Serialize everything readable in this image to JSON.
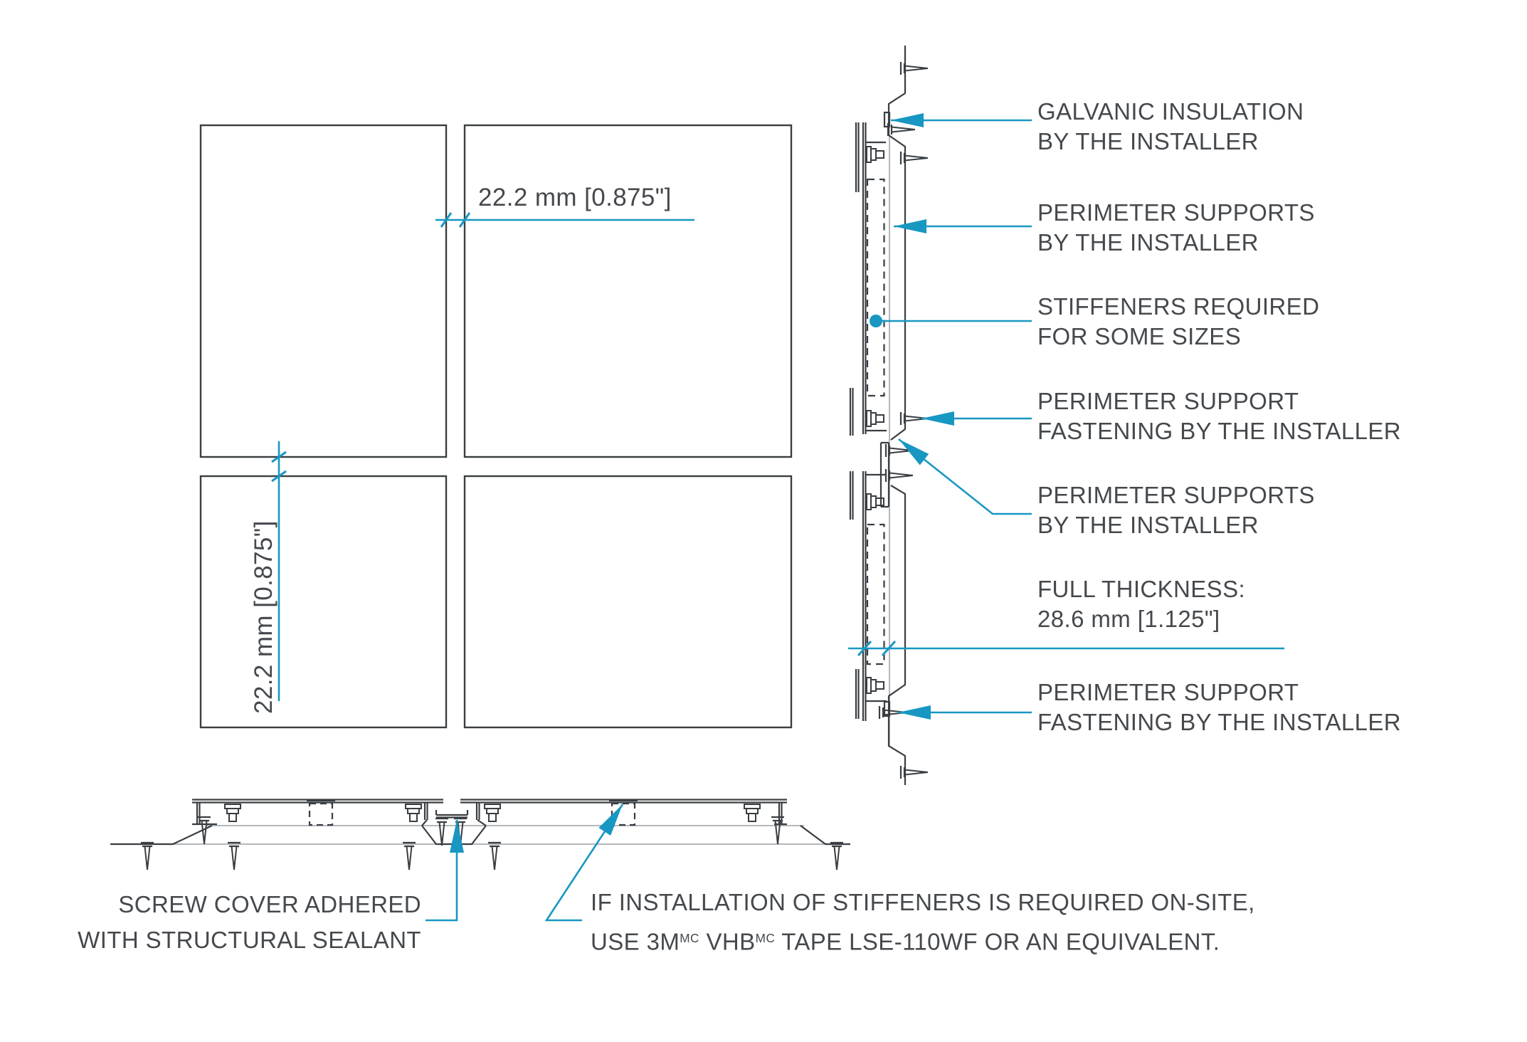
{
  "colors": {
    "accent": "#1897c2",
    "linework": "#393e42",
    "thin_line": "#9aa0a5",
    "text": "#45494d"
  },
  "plan_view": {
    "gap_dim_horizontal": "22.2 mm [0.875\"]",
    "gap_dim_vertical": "22.2 mm [0.875\"]",
    "panel_count": 4
  },
  "section_labels": [
    {
      "lines": [
        "GALVANIC INSULATION",
        "BY THE INSTALLER"
      ]
    },
    {
      "lines": [
        "PERIMETER SUPPORTS",
        "BY THE INSTALLER"
      ]
    },
    {
      "lines": [
        "STIFFENERS REQUIRED",
        "FOR SOME SIZES"
      ]
    },
    {
      "lines": [
        "PERIMETER SUPPORT",
        "FASTENING BY THE INSTALLER"
      ]
    },
    {
      "lines": [
        "PERIMETER SUPPORTS",
        "BY THE INSTALLER"
      ]
    },
    {
      "lines": [
        "FULL THICKNESS:",
        "28.6 mm [1.125\"]"
      ]
    },
    {
      "lines": [
        "PERIMETER SUPPORT",
        "FASTENING BY THE INSTALLER"
      ]
    }
  ],
  "bottom_labels": {
    "screw_cover": {
      "lines": [
        "SCREW COVER ADHERED",
        "WITH STRUCTURAL SEALANT"
      ]
    },
    "stiffener_note": {
      "line1": "IF INSTALLATION OF STIFFENERS IS REQUIRED ON-SITE,",
      "line2_parts": [
        "USE 3M",
        "MC",
        " VHB",
        "MC",
        " TAPE LSE-110WF OR AN EQUIVALENT."
      ]
    }
  }
}
